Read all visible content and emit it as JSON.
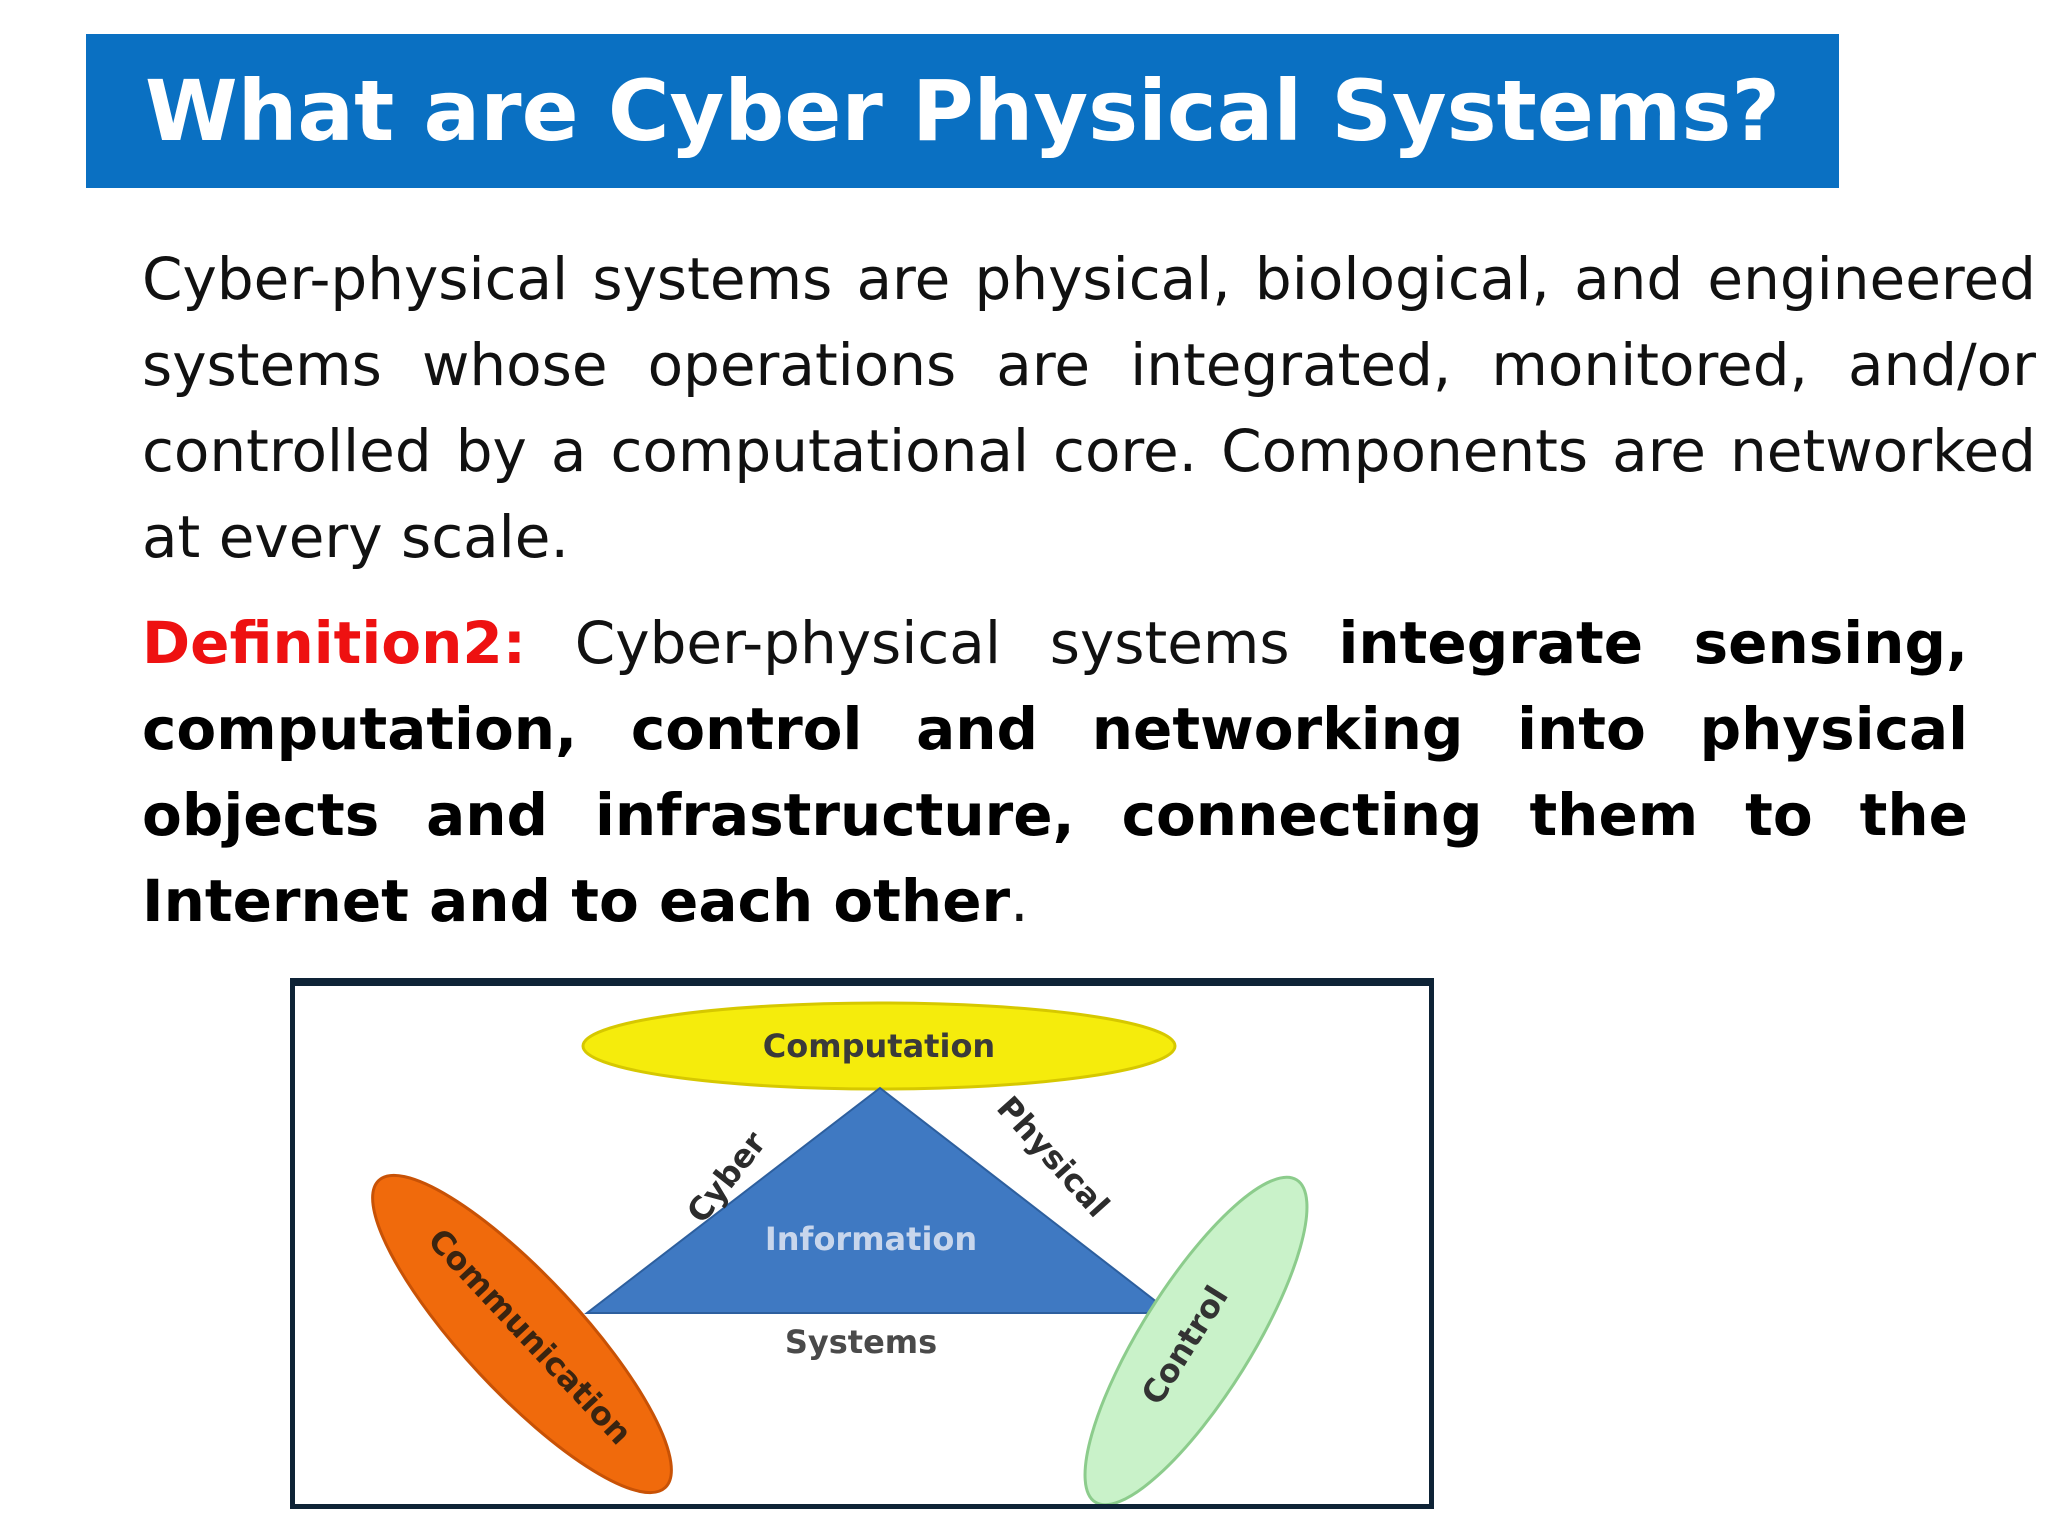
{
  "slide": {
    "title": "What are Cyber Physical Systems?",
    "paragraph1": "Cyber-physical systems are physical, biological, and engineered systems whose operations are integrated, monitored, and/or controlled by a computational core. Components are networked at every scale.",
    "definition2": {
      "label": "Definition2:",
      "lead": "Cyber-physical systems",
      "bold_text": "integrate sensing, computation, control and networking into physical objects and infrastructure, connecting them to the Internet and to each other",
      "end": "."
    }
  },
  "diagram": {
    "computation": "Computation",
    "cyber": "Cyber",
    "physical": "Physical",
    "information": "Information",
    "systems": "Systems",
    "communication": "Communication",
    "control": "Control"
  },
  "colors": {
    "title_bar": "#0a70c2",
    "definition_label": "#ee1111",
    "computation_ellipse": "#f5ec0c",
    "triangle": "#3f79c2",
    "communication_ellipse": "#f06a0c",
    "control_ellipse": "#c9f2c9"
  }
}
